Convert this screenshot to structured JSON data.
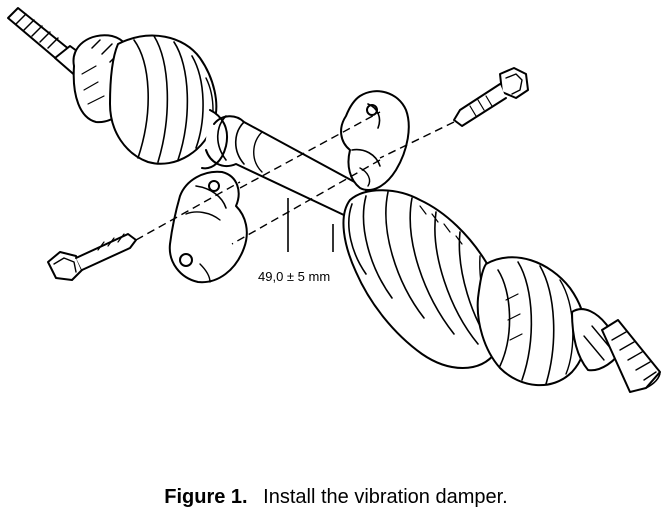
{
  "figure": {
    "dimension_label": "49,0 ± 5 mm"
  },
  "caption": {
    "number": "Figure 1.",
    "text": "Install the vibration damper."
  },
  "colors": {
    "ink": "#000000",
    "background": "#ffffff"
  }
}
